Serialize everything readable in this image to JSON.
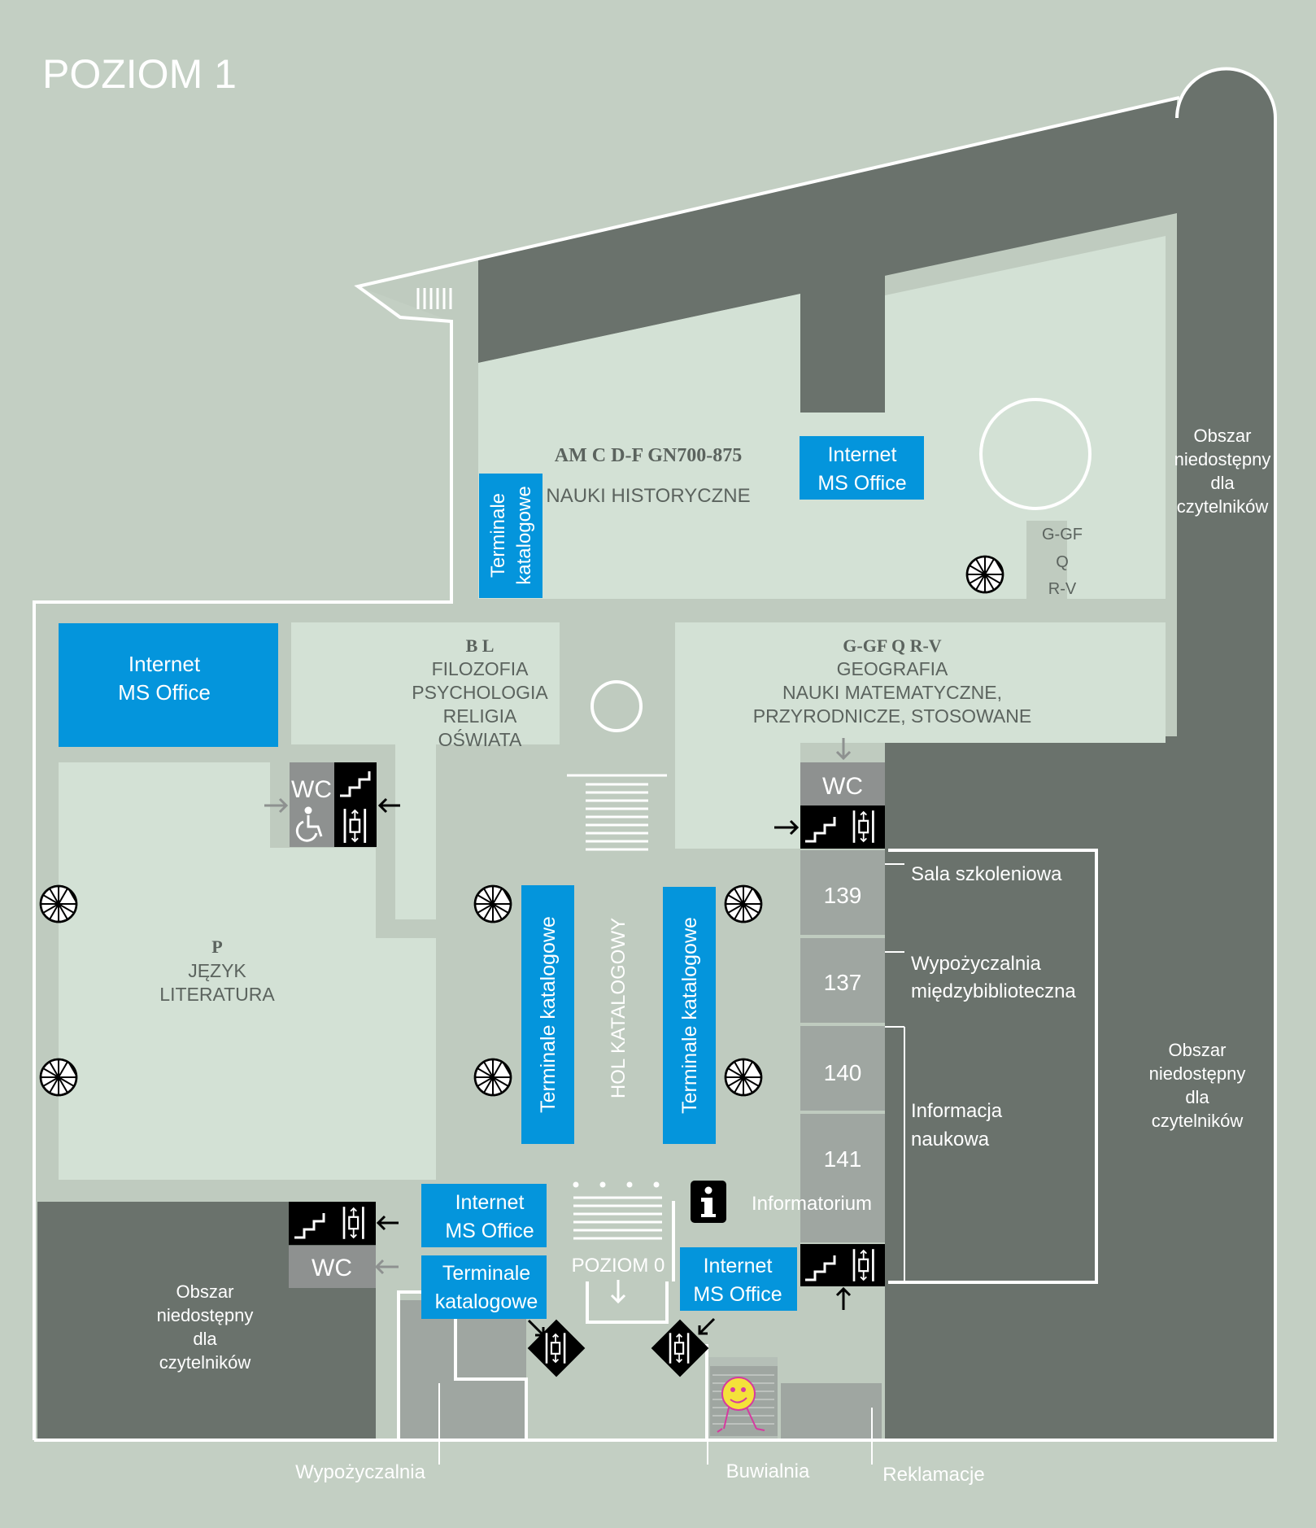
{
  "map": {
    "title": "POZIOM 1",
    "level_below": "POZIOM 0",
    "colors": {
      "background": "#c3cfc3",
      "room": "#d3e1d5",
      "corridor": "#bfcbbf",
      "dark_area": "#6a726c",
      "wc": "#8e9190",
      "black": "#000000",
      "blue_box": "#0495dc",
      "outline": "#ffffff",
      "text_dark": "#5b635e"
    },
    "icons": [
      "spiral-staircase-icon",
      "stairs-icon",
      "elevator-icon",
      "wheelchair-icon",
      "information-icon",
      "arrow-icon",
      "buffet-mascot-icon"
    ]
  },
  "zones": {
    "historyczne": {
      "code": "AM C D-F GN700-875",
      "name": "NAUKI HISTORYCZNE"
    },
    "filozofia": {
      "code": "B L",
      "lines": [
        "FILOZOFIA",
        "PSYCHOLOGIA",
        "RELIGIA",
        "OŚWIATA"
      ]
    },
    "geografia": {
      "code": "G-GF  Q  R-V",
      "lines": [
        "GEOGRAFIA",
        "NAUKI MATEMATYCZNE,",
        "PRZYRODNICZE, STOSOWANE"
      ]
    },
    "jezyk": {
      "code": "P",
      "lines": [
        "JĘZYK",
        "LITERATURA"
      ]
    },
    "stack_label": [
      "G-GF",
      "Q",
      "R-V"
    ],
    "hall": "HOL KATALOGOWY",
    "restricted": [
      "Obszar",
      "niedostępny",
      "dla",
      "czytelników"
    ]
  },
  "boxes": {
    "internet": [
      "Internet",
      "MS Office"
    ],
    "terminals_two_line": [
      "Terminale",
      "katalogowe"
    ],
    "terminals_one_line": "Terminale katalogowe"
  },
  "wc_label": "WC",
  "rooms": [
    "139",
    "137",
    "140",
    "141"
  ],
  "services": {
    "training": "Sala szkoleniowa",
    "ill": [
      "Wypożyczalnia",
      "międzybiblioteczna"
    ],
    "scientific_info": [
      "Informacja",
      "naukowa"
    ],
    "info_desk": "Informatorium",
    "loans": "Wypożyczalnia",
    "buffet": "Buwialnia",
    "complaints": "Reklamacje"
  }
}
